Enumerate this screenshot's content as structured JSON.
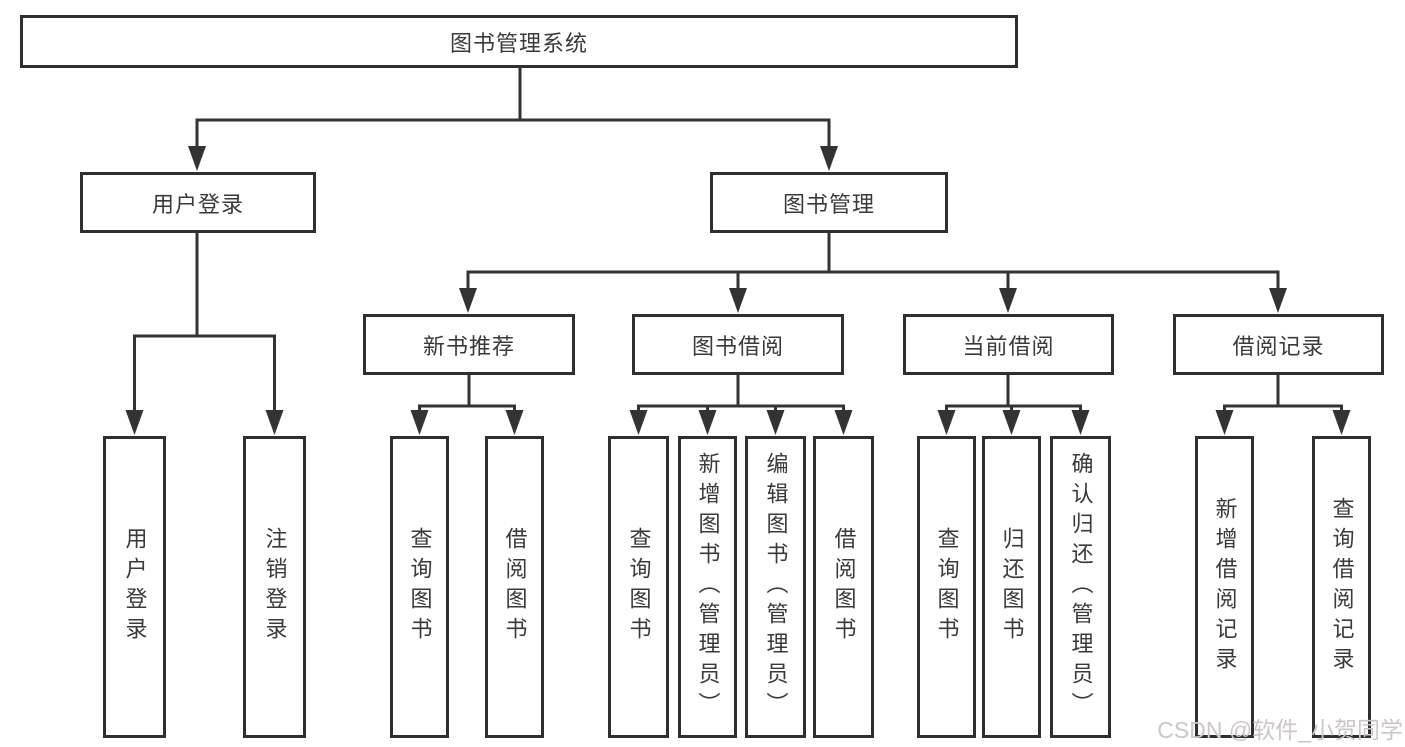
{
  "diagram": {
    "root_label": "图书管理系统",
    "level2": {
      "login": "用户登录",
      "manage": "图书管理"
    },
    "level3": {
      "recommend": "新书推荐",
      "borrow": "图书借阅",
      "current": "当前借阅",
      "records": "借阅记录"
    },
    "leaves": {
      "login": [
        "用户登录",
        "注销登录"
      ],
      "recommend": [
        "查询图书",
        "借阅图书"
      ],
      "borrow": [
        "查询图书",
        "新增图书（管理员）",
        "编辑图书（管理员）",
        "借阅图书"
      ],
      "current": [
        "查询图书",
        "归还图书",
        "确认归还（管理员）"
      ],
      "records": [
        "新增借阅记录",
        "查询借阅记录"
      ]
    }
  },
  "watermark": {
    "text": "CSDN @软件_小贺同学"
  },
  "colors": {
    "line": "#333333",
    "box_border": "#2f2f2f",
    "box_fill": "#ffffff",
    "text": "#3a3a3a",
    "watermark": "#ccc6ca",
    "background": "#ffffff"
  }
}
